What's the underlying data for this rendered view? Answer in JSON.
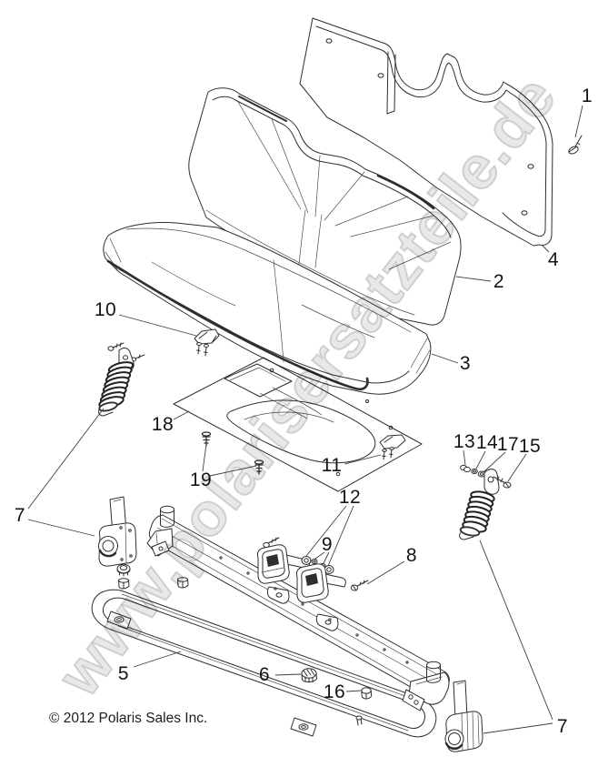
{
  "watermark": {
    "text": "www.polarisersatzteile.de"
  },
  "footer": {
    "copyright": "© 2012 Polaris Sales Inc."
  },
  "callouts": {
    "n1": "1",
    "n2": "2",
    "n3": "3",
    "n4": "4",
    "n5": "5",
    "n6": "6",
    "n7_left": "7",
    "n7_right": "7",
    "n8": "8",
    "n9": "9",
    "n10": "10",
    "n11": "11",
    "n12": "12",
    "n13": "13",
    "n14": "14",
    "n15": "15",
    "n16": "16",
    "n17": "17",
    "n18": "18",
    "n19": "19"
  }
}
